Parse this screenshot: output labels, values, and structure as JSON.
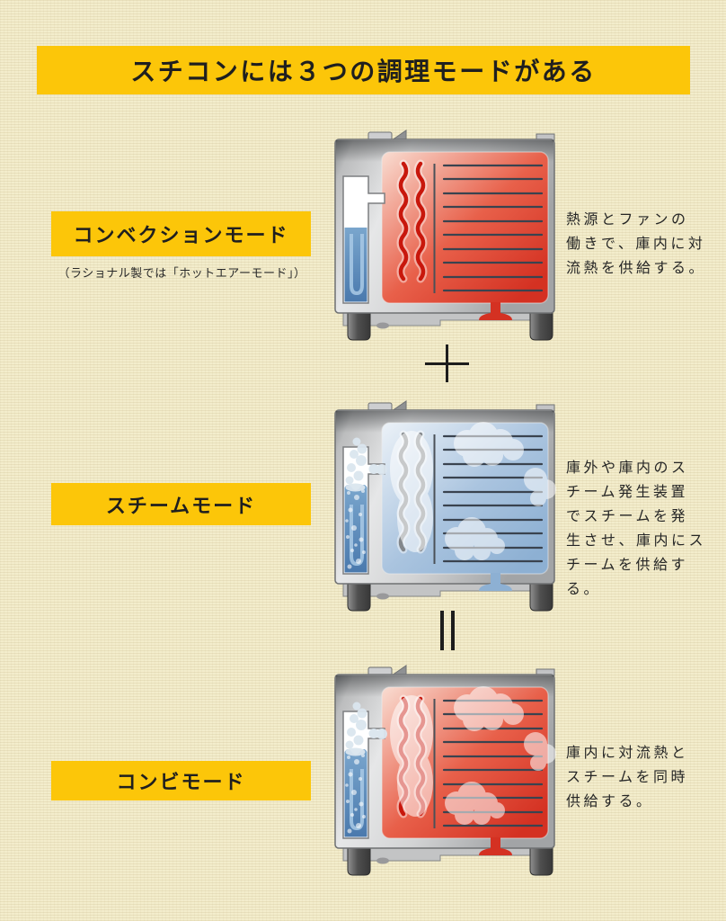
{
  "palette": {
    "background": "#f2ecc9",
    "banner_yellow": "#fcc609",
    "text": "#1f1f1f",
    "oven_body_gray": "#c9cacb",
    "water_blue": "#4d7eb3",
    "operator_color": "#1d1d1d"
  },
  "title": {
    "text": "スチコンには３つの調理モードがある"
  },
  "sections": [
    {
      "id": "convection",
      "label": "コンベクションモード",
      "sublabel": "（ラショナル製では「ホットエアーモード」）",
      "description": "熱源とファンの\n働きで、庫内に対\n流熱を供給する。",
      "oven": {
        "mode": "convection",
        "chamber_light": "#f9ddd2",
        "chamber_mid": "#e8604a",
        "chamber_deep": "#d43122",
        "element_color": "#c8170c",
        "steam_clouds": false,
        "boiling_tank": false
      }
    },
    {
      "id": "steam",
      "label": "スチームモード",
      "sublabel": "",
      "description": "庫外や庫内のス\nチーム発生装置\nでスチームを発\n生させ、庫内にス\nチームを供給す\nる。",
      "oven": {
        "mode": "steam",
        "chamber_light": "#ecf2f8",
        "chamber_mid": "#aac4df",
        "chamber_deep": "#8db0d3",
        "element_color": "#83878b",
        "steam_clouds": true,
        "boiling_tank": true
      }
    },
    {
      "id": "combi",
      "label": "コンビモード",
      "sublabel": "",
      "description": "庫内に対流熱と\nスチームを同時\n供給する。",
      "oven": {
        "mode": "combi",
        "chamber_light": "#f9ddd2",
        "chamber_mid": "#e8604a",
        "chamber_deep": "#d43122",
        "element_color": "#c8170c",
        "steam_clouds": true,
        "boiling_tank": true
      }
    }
  ],
  "operators": [
    {
      "icon": "plus-icon",
      "meaning": "+"
    },
    {
      "icon": "equals-icon",
      "meaning": "="
    }
  ]
}
